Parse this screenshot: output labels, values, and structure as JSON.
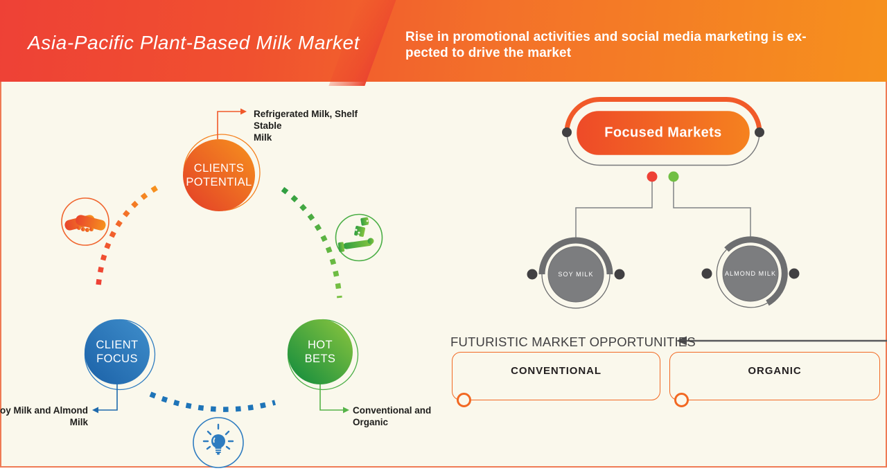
{
  "header": {
    "title": "Asia-Pacific Plant-Based Milk Market",
    "headline": [
      "Rise in promotional activities and social media marketing is ex-",
      "pected to drive the market"
    ]
  },
  "cycle": {
    "nodes": [
      {
        "id": "clients-potential",
        "label": "CLIENTS POTENTIAL",
        "annotation": [
          "Refrigerated Milk, Shelf Stable",
          "Milk"
        ]
      },
      {
        "id": "client-focus",
        "label": "CLIENT FOCUS",
        "annotation": [
          "Soy Milk and Almond",
          "Milk"
        ]
      },
      {
        "id": "hot-bets",
        "label": "HOT BETS",
        "annotation": [
          "Conventional and",
          "Organic"
        ]
      }
    ],
    "icons": [
      "handshake-icon",
      "hand-dice-icon",
      "lightbulb-icon"
    ]
  },
  "focused_markets": {
    "title": "Focused Markets",
    "markets": [
      {
        "label": "SOY MILK"
      },
      {
        "label": "ALMOND MILK"
      }
    ]
  },
  "opportunities": {
    "heading": "FUTURISTIC MARKET OPPORTUNITIES",
    "items": [
      {
        "label": "CONVENTIONAL"
      },
      {
        "label": "ORGANIC"
      }
    ]
  },
  "colors": {
    "header_gradient_start": "#ee4136",
    "header_gradient_end": "#f6921e",
    "accent_orange": "#f15a29",
    "accent_blue": "#1d69ac",
    "accent_green": "#39a935",
    "neutral_gray": "#808285",
    "dark_dot": "#414042",
    "red_dot": "#ee4136",
    "green_dot": "#71bf44",
    "background": "#faf8ec"
  }
}
